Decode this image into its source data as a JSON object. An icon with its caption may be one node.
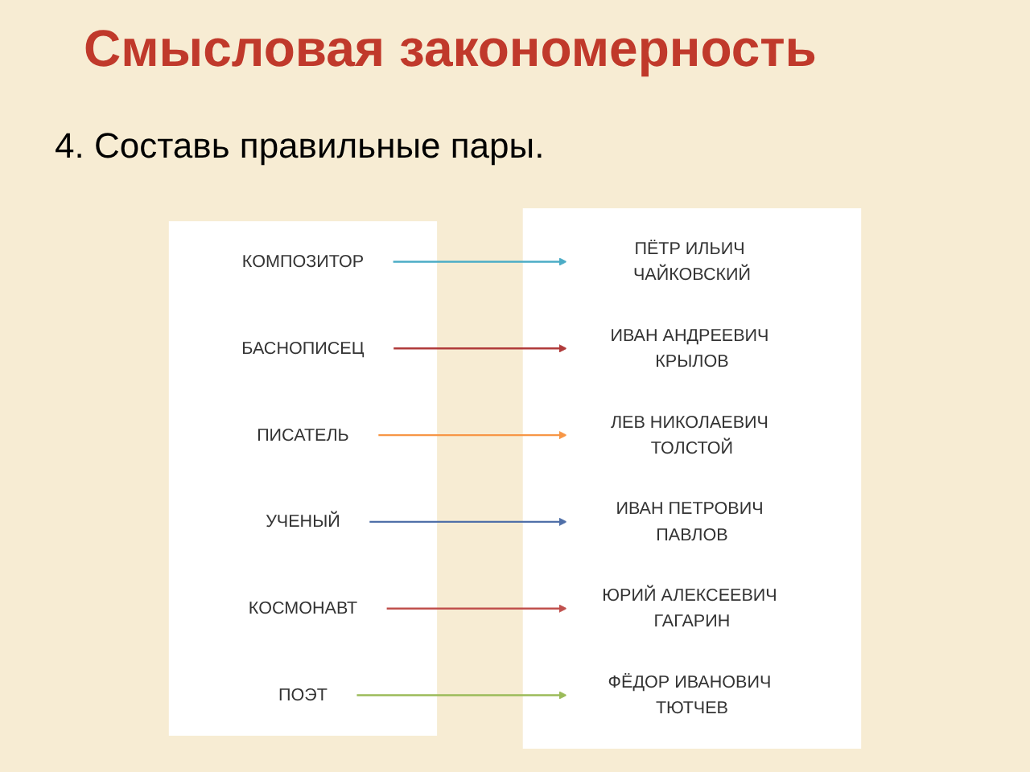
{
  "diagram": {
    "title": "Смысловая закономерность",
    "nodes": [
      {
        "text": [
          "КОСМОНАВТ"
        ]
      },
      {
        "text": [
          "УЧЕНЫЙ"
        ]
      },
      {
        "text": [
          "ПОЭТ"
        ]
      },
      {
        "text": [
          "ПИСАТЕЛЬ"
        ]
      },
      {
        "text": [
          "КОМПОЗИТОР"
        ]
      },
      {
        "text": [
          "БАСНОПИСЕЦ"
        ]
      },
      {
        "text": [
          "ПЁТР ИЛЬИЧ ЧАЙКОВСКИЙ"
        ]
      },
      {
        "text": [
          "ИВАН АНДРЕЕВИЧ КРЫЛОВ"
        ]
      },
      {
        "text": [
          "ЛЕВ НИКОЛАЕВИЧ ТОЛСТОЙ"
        ]
      },
      {
        "text": [
          "ИВАН ПЕТРОВИЧ ПАВЛОВ"
        ]
      },
      {
        "text": [
          "ЮРИЙ АЛЕКСЕЕВИЧ ГАГАРИН"
        ]
      },
      {
        "text": [
          "ФЁДОР ИВАНОВИЧ ТЮТЧЕВ"
        ]
      }
    ],
    "edges": [
      {
        "from": 0,
        "to": 10,
        "arrow": "to",
        "color": "#c0504d"
      },
      {
        "from": 1,
        "to": 9,
        "arrow": "to",
        "color": "#4f6fa8"
      },
      {
        "from": 2,
        "to": 11,
        "arrow": "to",
        "color": "#9bbb59"
      },
      {
        "from": 3,
        "to": 8,
        "arrow": "to",
        "color": "#f79646"
      },
      {
        "from": 4,
        "to": 6,
        "arrow": "to",
        "color": "#4bacc6"
      },
      {
        "from": 5,
        "to": 7,
        "arrow": "to",
        "color": "#b03a3a"
      }
    ],
    "labels": [
      "4. Составь правильные пары."
    ]
  }
}
